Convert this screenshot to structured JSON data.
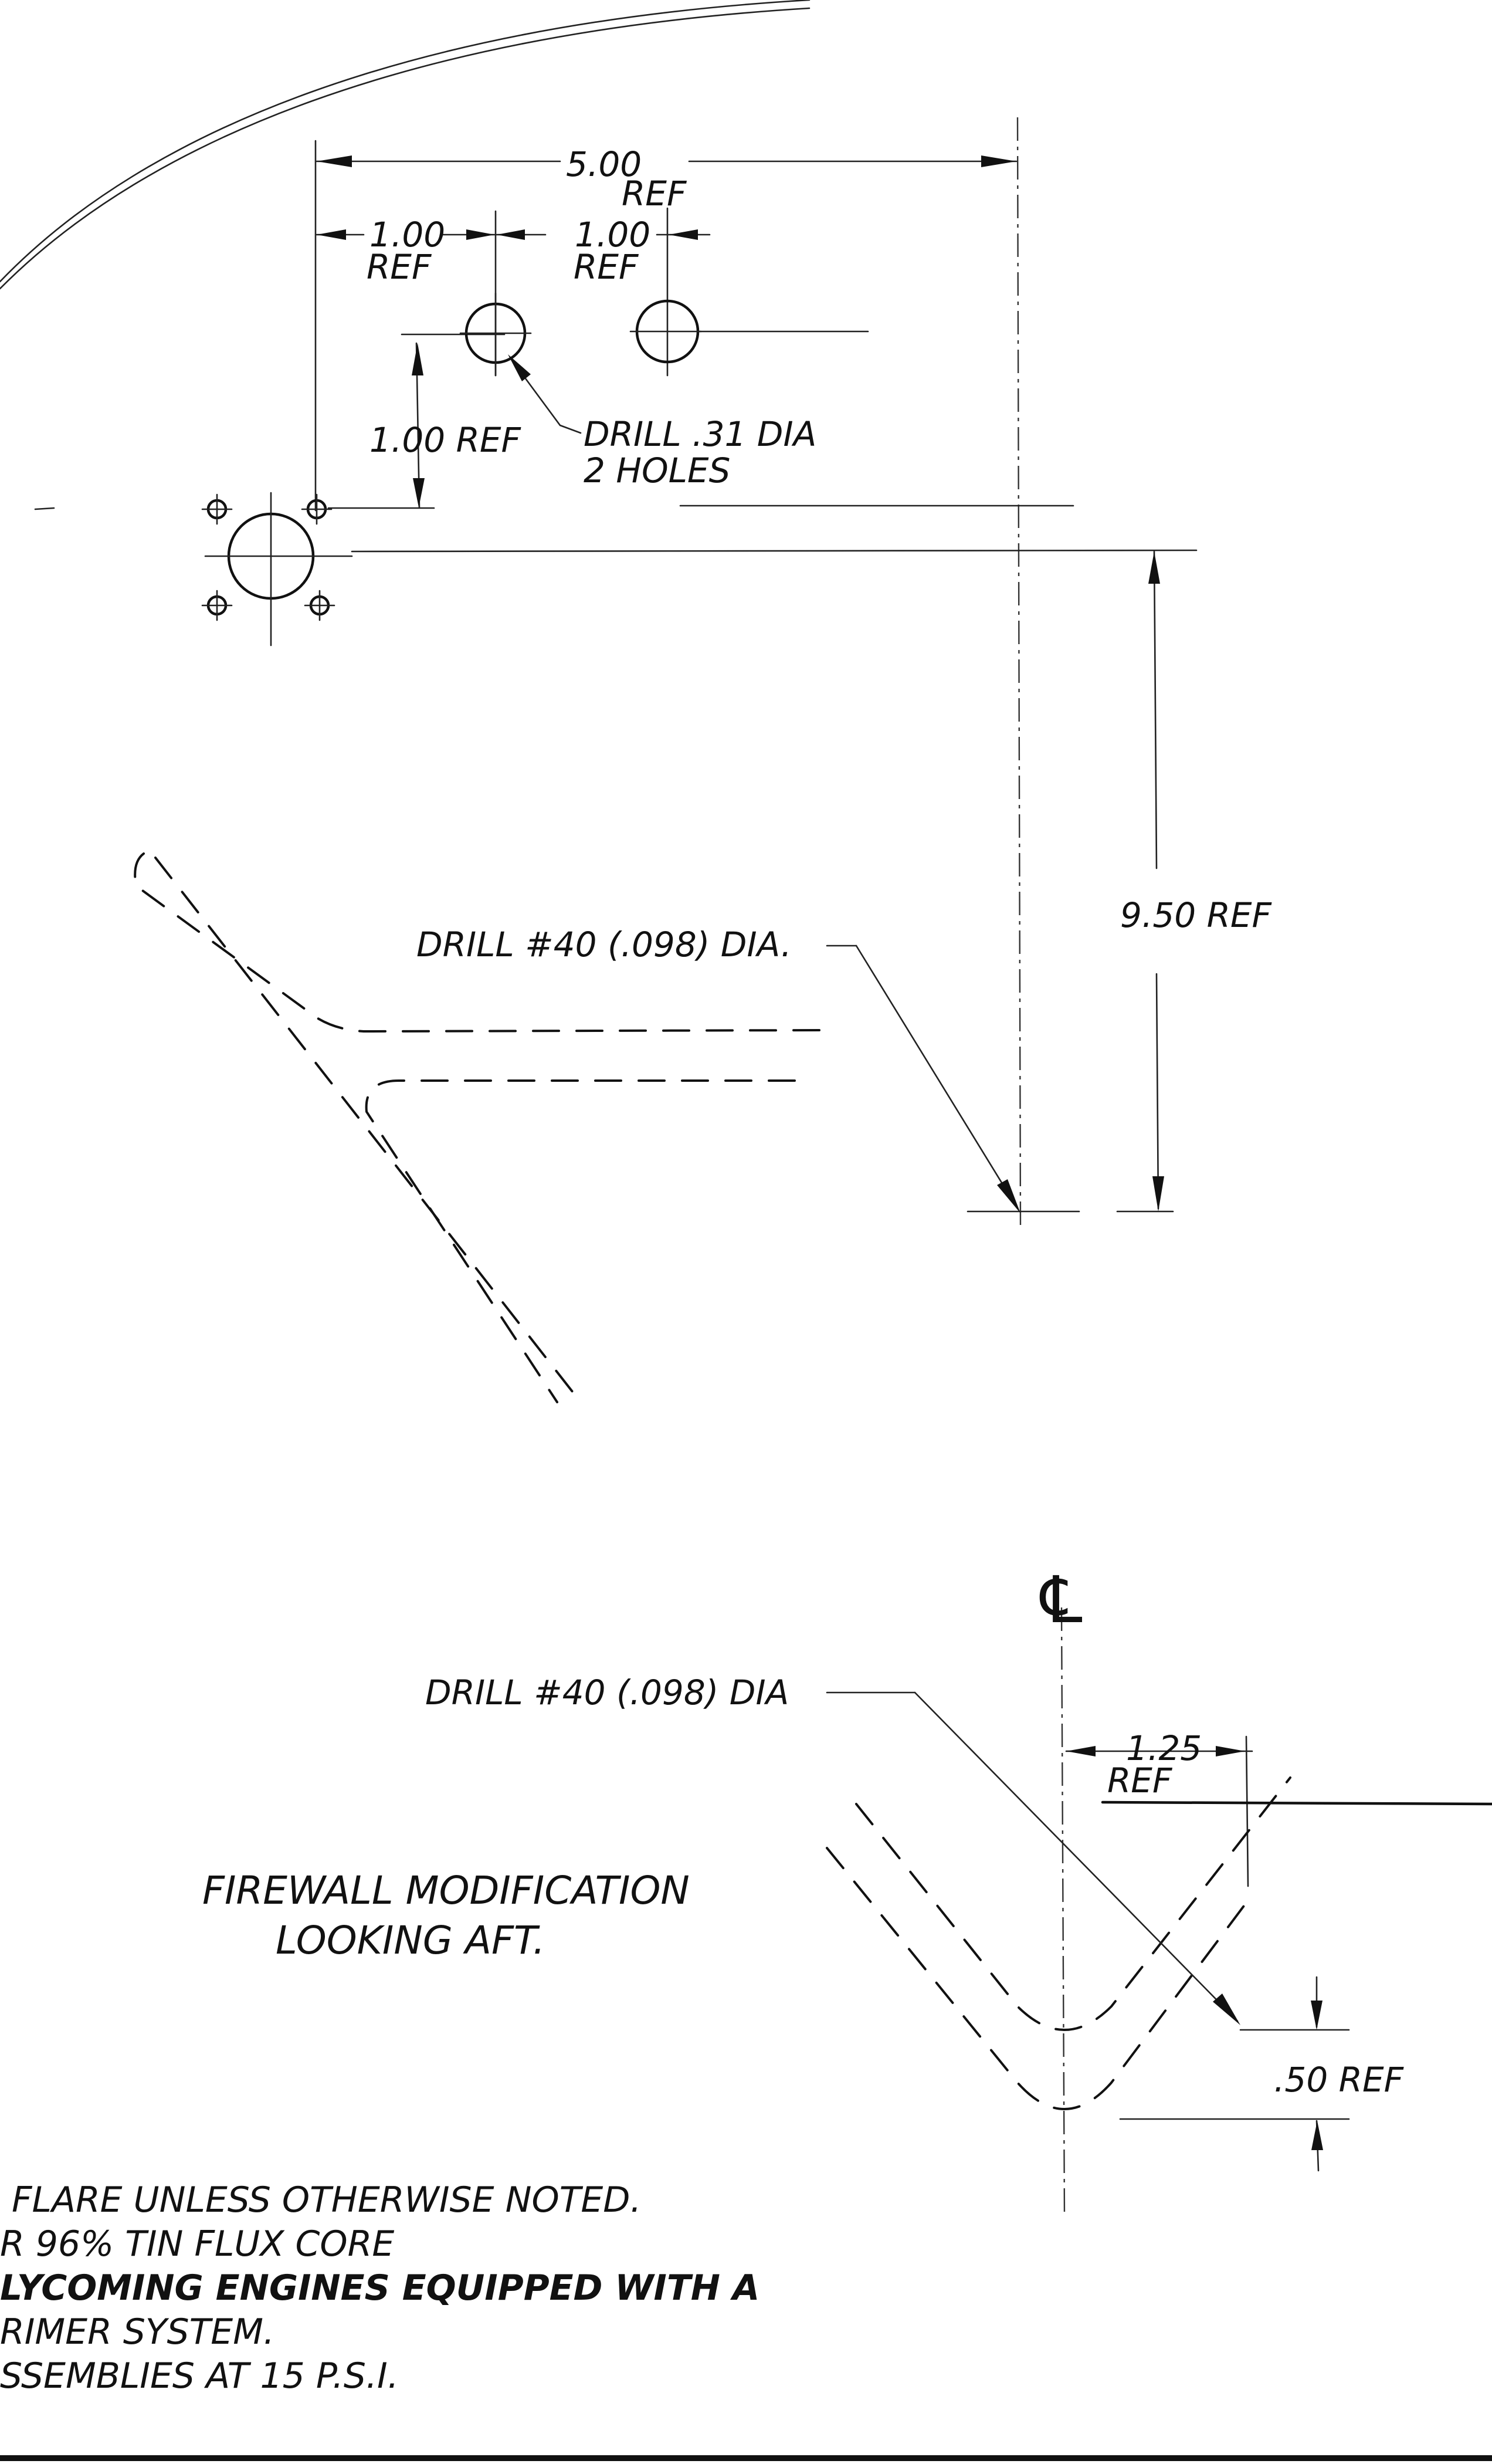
{
  "dimensions": {
    "overall_width": {
      "value": "5.00",
      "qualifier": "REF"
    },
    "hole_offset_left": {
      "value": "1.00",
      "qualifier": "REF"
    },
    "hole_spacing": {
      "value": "1.00",
      "qualifier": "REF"
    },
    "hole_vertical": "1.00 REF",
    "drop": "9.50 REF",
    "centerline_offset": {
      "value": "1.25",
      "qualifier": "REF"
    },
    "bend_offset": ".50 REF"
  },
  "callouts": {
    "holes_upper": {
      "line1": "DRILL .31 DIA",
      "line2": "2 HOLES"
    },
    "drill_upper": "DRILL #40 (.098) DIA.",
    "drill_lower": "DRILL #40 (.098) DIA"
  },
  "centerline_symbol": "℄",
  "view_title": {
    "line1": "FIREWALL MODIFICATION",
    "line2": "LOOKING AFT."
  },
  "notes": [
    "FLARE UNLESS OTHERWISE NOTED.",
    "R 96% TIN FLUX CORE",
    "LYCOMING ENGINES EQUIPPED WITH A",
    "RIMER SYSTEM.",
    "SSEMBLIES AT 15 P.S.I."
  ]
}
